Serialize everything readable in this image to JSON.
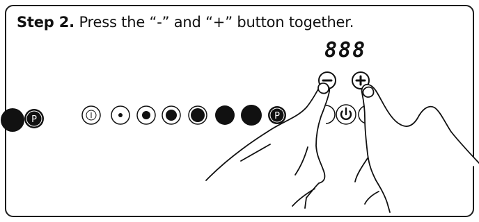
{
  "instruction": {
    "step_label": "Step 2.",
    "text": "Press the “-” and “+” button together."
  },
  "display": {
    "readout": "888"
  },
  "buttons": {
    "program_symbol": "P",
    "minus_symbol": "−",
    "plus_symbol": "+"
  },
  "icons": {
    "power": "power-icon",
    "minus": "minus-icon",
    "plus": "plus-icon",
    "hand": "hand-icon"
  },
  "colors": {
    "ink": "#111111",
    "panel": "#ffffff",
    "frame": "#1a1a1a"
  }
}
